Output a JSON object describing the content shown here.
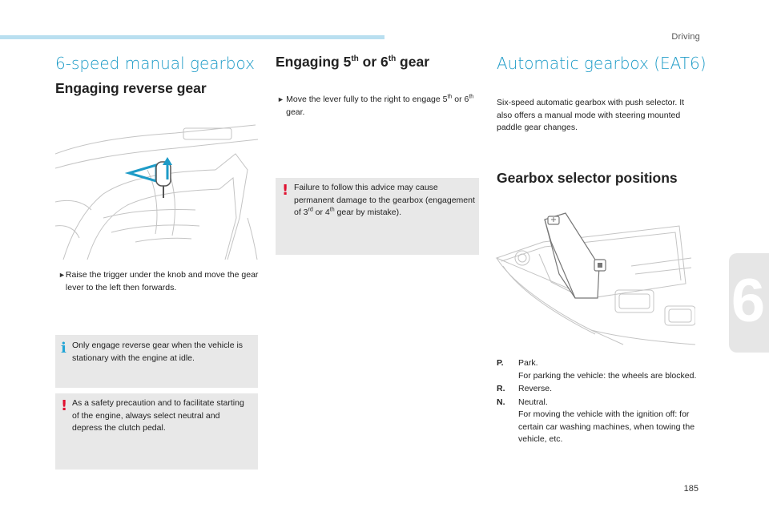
{
  "page": {
    "section": "Driving",
    "page_number": "185",
    "chapter_number": "6"
  },
  "left": {
    "title": "6-speed manual gearbox",
    "subtitle": "Engaging reverse gear",
    "instruction": "Raise the trigger under the knob and move the gear lever to the left then forwards.",
    "info_note": "Only engage reverse gear when the vehicle is stationary with the engine at idle.",
    "warning_note": "As a safety precaution and to facilitate starting of the engine, always select neutral and depress the clutch pedal."
  },
  "middle": {
    "title_pre": "Engaging 5",
    "title_sup1": "th",
    "title_mid": " or 6",
    "title_sup2": "th",
    "title_post": " gear",
    "instr_pre": "Move the lever fully to the right to engage 5",
    "instr_sup1": "th",
    "instr_mid": " or 6",
    "instr_sup2": "th",
    "instr_post": " gear.",
    "warn_pre": "Failure to follow this advice may cause permanent damage to the gearbox (engagement of 3",
    "warn_sup1": "rd",
    "warn_mid": " or 4",
    "warn_sup2": "th",
    "warn_post": " gear by mistake)."
  },
  "right": {
    "title": "Automatic gearbox (EAT6)",
    "intro": "Six-speed automatic gearbox with push selector. It also offers a manual mode with steering mounted paddle gear changes.",
    "subtitle": "Gearbox selector positions",
    "positions": [
      {
        "key": "P.",
        "name": "Park.",
        "desc": "For parking the vehicle: the wheels are blocked."
      },
      {
        "key": "R.",
        "name": "Reverse.",
        "desc": ""
      },
      {
        "key": "N.",
        "name": "Neutral.",
        "desc": "For moving the vehicle with the ignition off: for certain car washing machines, when towing the vehicle, etc."
      }
    ]
  },
  "icons": {
    "bullet": "arrow-bullet-icon",
    "warning": "exclamation-warning-icon",
    "info": "info-i-icon"
  },
  "colors": {
    "accent_blue": "#1d9bc7",
    "top_bar": "#b9dff0",
    "note_bg": "#e8e8e8",
    "warning_red": "#e0102f",
    "info_blue": "#21a4d6"
  }
}
